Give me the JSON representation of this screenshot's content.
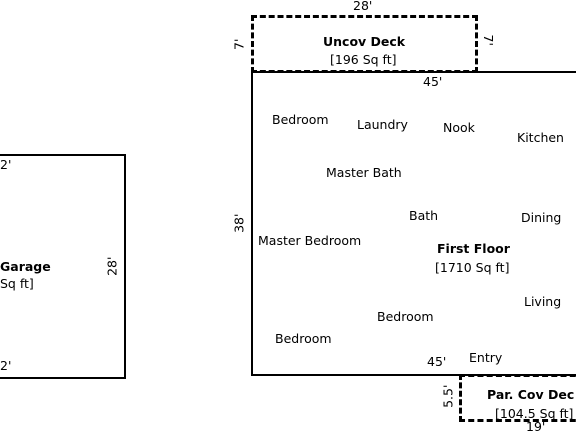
{
  "garage": {
    "name": "Garage",
    "area": "Sq ft]",
    "dim_top": "2'",
    "dim_bottom": "2'",
    "dim_right": "28'"
  },
  "uncov_deck": {
    "name": "Uncov Deck",
    "area": "[196 Sq ft]",
    "dim_top": "28'",
    "dim_left": "7'",
    "dim_right": "7'"
  },
  "first_floor": {
    "name": "First Floor",
    "area": "[1710 Sq ft]",
    "dim_top": "45'",
    "dim_bottom": "45'",
    "dim_left": "38'",
    "rooms": {
      "bedroom_1": "Bedroom",
      "laundry": "Laundry",
      "nook": "Nook",
      "kitchen": "Kitchen",
      "master_bath": "Master Bath",
      "bath": "Bath",
      "dining": "Dining",
      "master_bedroom": "Master Bedroom",
      "living": "Living",
      "bedroom_2": "Bedroom",
      "bedroom_3": "Bedroom",
      "entry": "Entry"
    }
  },
  "par_cov_deck": {
    "name": "Par. Cov Dec",
    "area": "[104.5 Sq ft]",
    "dim_left": "5.5'",
    "dim_bottom": "19'"
  }
}
